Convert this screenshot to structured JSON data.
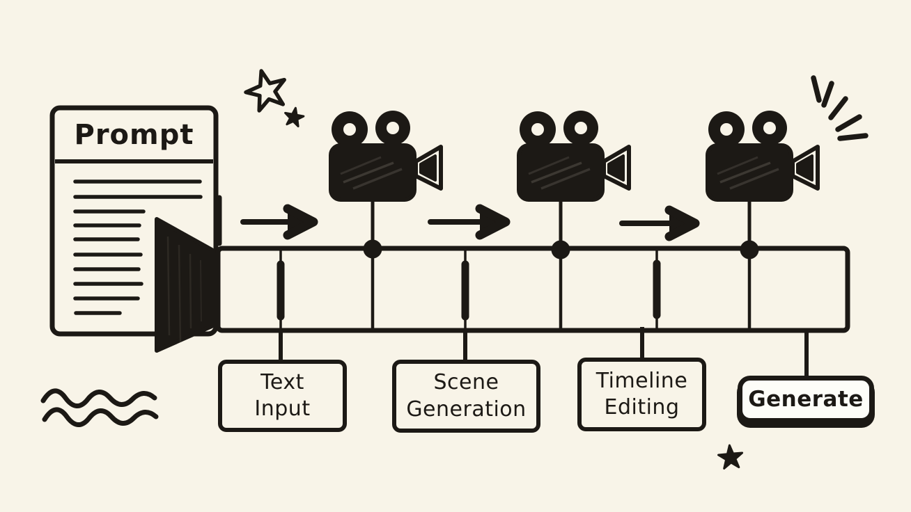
{
  "canvas": {
    "background": "#f8f4e8",
    "ink": "#1c1915",
    "button_fill": "#fdfdf8"
  },
  "prompt_document": {
    "title": "Prompt",
    "body_line_count": 10
  },
  "pipeline": {
    "stages": [
      {
        "label": "Text\nInput"
      },
      {
        "label": "Scene\nGeneration"
      },
      {
        "label": "Timeline\nEditing"
      }
    ],
    "action_button": {
      "label": "Generate"
    },
    "camera_count": 3,
    "arrow_count": 3
  },
  "decorations": {
    "top_left": [
      "star-outline-icon",
      "star-filled-small-icon"
    ],
    "top_right": "burst-lines-icon",
    "bottom_left": "double-squiggle-icon",
    "bottom_right": "star-filled-icon"
  }
}
